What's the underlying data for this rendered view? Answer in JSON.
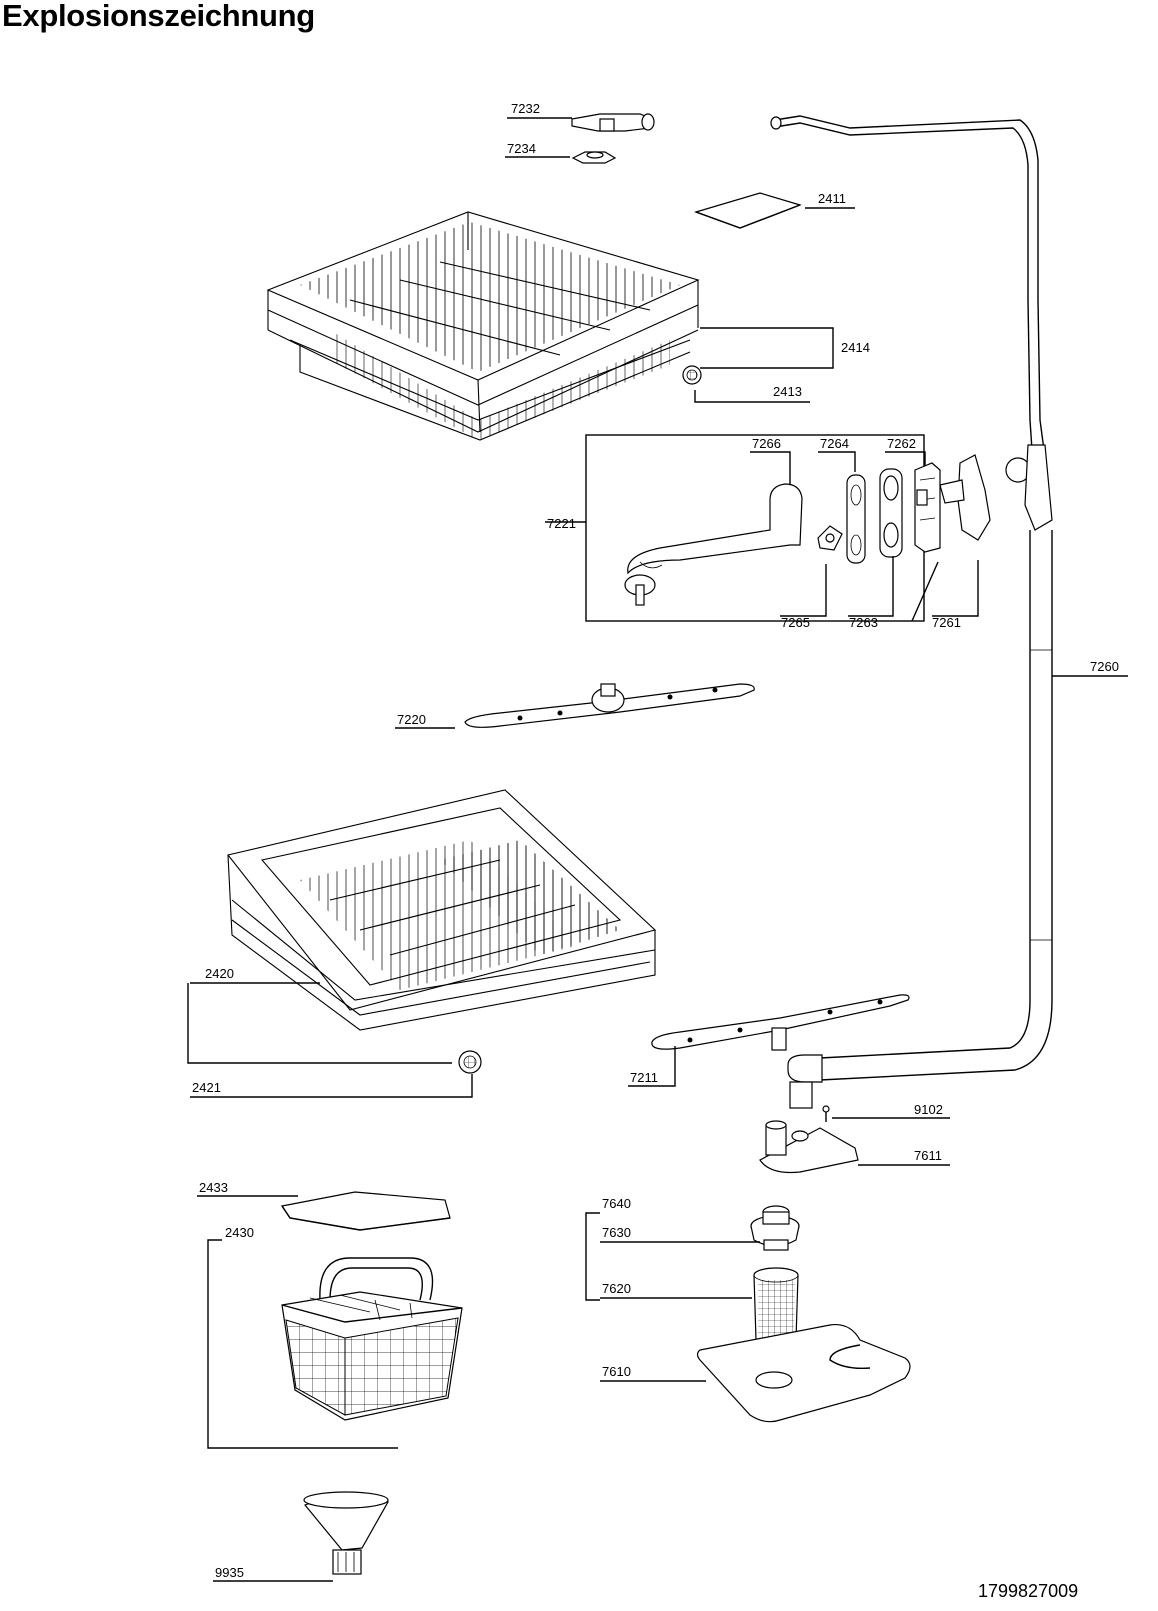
{
  "title": "Explosionszeichnung",
  "document_number": "1799827009",
  "callouts": [
    {
      "id": "c7232",
      "label": "7232"
    },
    {
      "id": "c7234",
      "label": "7234"
    },
    {
      "id": "c2411",
      "label": "2411"
    },
    {
      "id": "c2414",
      "label": "2414"
    },
    {
      "id": "c2413",
      "label": "2413"
    },
    {
      "id": "c7266",
      "label": "7266"
    },
    {
      "id": "c7264",
      "label": "7264"
    },
    {
      "id": "c7262",
      "label": "7262"
    },
    {
      "id": "c7221",
      "label": "7221"
    },
    {
      "id": "c7265",
      "label": "7265"
    },
    {
      "id": "c7263",
      "label": "7263"
    },
    {
      "id": "c7261",
      "label": "7261"
    },
    {
      "id": "c7260",
      "label": "7260"
    },
    {
      "id": "c7220",
      "label": "7220"
    },
    {
      "id": "c2420",
      "label": "2420"
    },
    {
      "id": "c2421",
      "label": "2421"
    },
    {
      "id": "c7211",
      "label": "7211"
    },
    {
      "id": "c9102",
      "label": "9102"
    },
    {
      "id": "c7611",
      "label": "7611"
    },
    {
      "id": "c2433",
      "label": "2433"
    },
    {
      "id": "c2430",
      "label": "2430"
    },
    {
      "id": "c7640",
      "label": "7640"
    },
    {
      "id": "c7630",
      "label": "7630"
    },
    {
      "id": "c7620",
      "label": "7620"
    },
    {
      "id": "c7610",
      "label": "7610"
    },
    {
      "id": "c9935",
      "label": "9935"
    }
  ],
  "parts": [
    "upper-basket",
    "lower-basket",
    "cutlery-basket",
    "cutlery-basket-cover",
    "upper-spray-arm",
    "lower-spray-arm",
    "water-supply-pipe",
    "spray-arm-holder",
    "sump",
    "microfilter",
    "filter",
    "flat-filter",
    "salt-funnel"
  ]
}
